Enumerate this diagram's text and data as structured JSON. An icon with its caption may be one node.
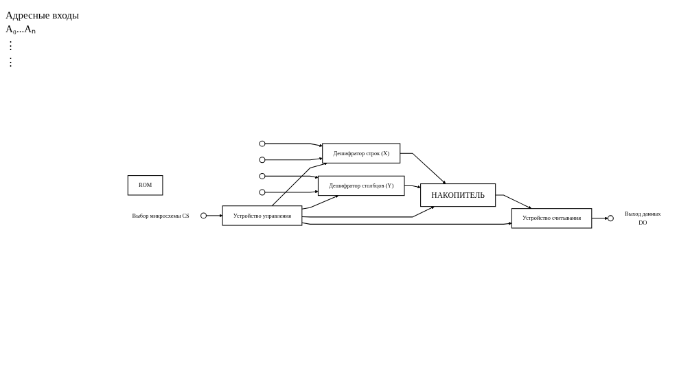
{
  "diagram": {
    "nodes": [
      {
        "text": [
          "ROM"
        ]
      },
      {
        "text": [
          "Дешифратор строк (X)"
        ]
      },
      {
        "text": [
          "Дешифратор столбцов (Y)"
        ]
      },
      {
        "text": [
          "НАКОПИТЕЛЬ"
        ]
      },
      {
        "text": [
          "Устройство управления"
        ]
      },
      {
        "text": [
          "Устройство считывания"
        ]
      },
      {
        "text": [],
        "shape": "circle"
      },
      {
        "text": [],
        "shape": "circle"
      },
      {
        "text": [],
        "shape": "circle"
      },
      {
        "text": [],
        "shape": "circle"
      },
      {
        "text": [],
        "shape": "circle",
        "beside": [
          "Выбор микросхемы CS"
        ]
      },
      {
        "text": [],
        "shape": "circle",
        "beside": [
          "Выход данных",
          "DO"
        ]
      }
    ],
    "edges": [
      {
        "from": 6,
        "to": 1,
        "arrow": "to"
      },
      {
        "from": 7,
        "to": 1,
        "arrow": "to"
      },
      {
        "from": 8,
        "to": 2,
        "arrow": "to"
      },
      {
        "from": 9,
        "to": 2,
        "arrow": "to"
      },
      {
        "from": 10,
        "to": 4,
        "arrow": "to"
      },
      {
        "from": 1,
        "to": 3,
        "arrow": "to"
      },
      {
        "from": 2,
        "to": 3,
        "arrow": "to"
      },
      {
        "from": 4,
        "to": 1,
        "arrow": "to"
      },
      {
        "from": 4,
        "to": 2,
        "arrow": "to"
      },
      {
        "from": 4,
        "to": 3,
        "arrow": "to"
      },
      {
        "from": 3,
        "to": 5,
        "arrow": "to"
      },
      {
        "from": 4,
        "to": 5,
        "arrow": "to"
      },
      {
        "from": 5,
        "to": 11,
        "arrow": "to"
      }
    ],
    "labels": [
      "Адресные входы A₀...Aₙ",
      "⋮",
      "⋮"
    ]
  }
}
